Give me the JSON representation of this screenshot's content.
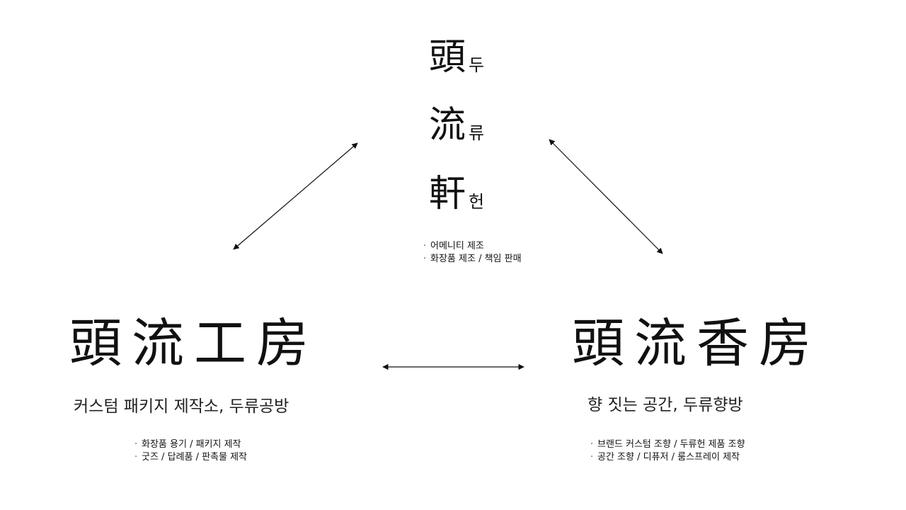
{
  "top": {
    "chars": [
      {
        "hanja": "頭",
        "reading": "두"
      },
      {
        "hanja": "流",
        "reading": "류"
      },
      {
        "hanja": "軒",
        "reading": "헌"
      }
    ],
    "notes": [
      "어메니티 제조",
      "화장품 제조 / 책임 판매"
    ]
  },
  "left": {
    "name": "頭流工房",
    "subtitle": "커스텀 패키지 제작소, 두류공방",
    "notes": [
      "화장품 용기 / 패키지 제작",
      "굿즈 / 답례품 / 판촉물 제작"
    ]
  },
  "right": {
    "name": "頭流香房",
    "subtitle": "향 짓는 공간, 두류향방",
    "notes": [
      "브랜드 커스텀 조향 / 두류헌 제품 조향",
      "공간 조향 / 디퓨저 / 룸스프레이 제작"
    ]
  },
  "bullet_glyph": "·"
}
